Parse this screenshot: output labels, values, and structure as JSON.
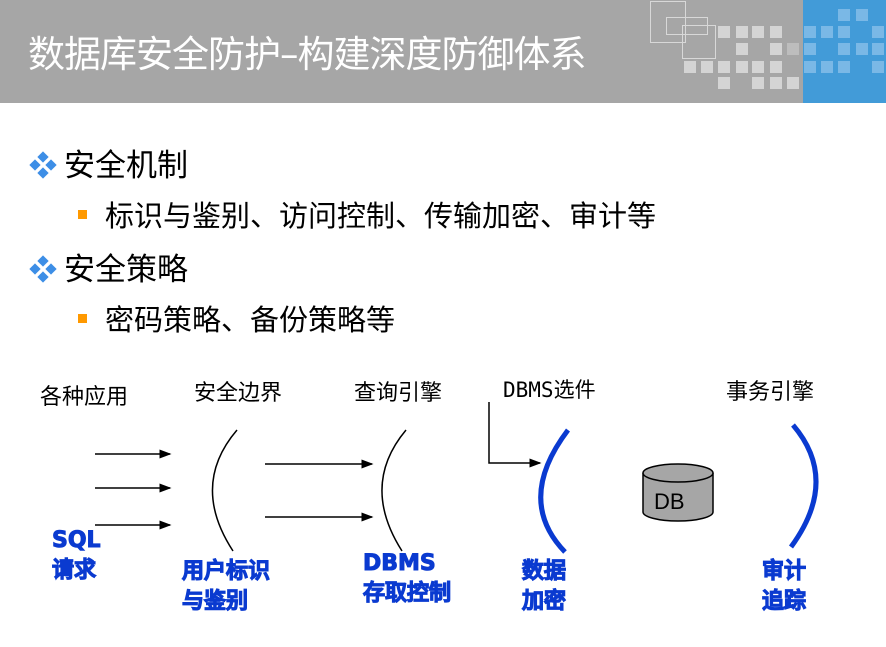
{
  "header": {
    "title": "数据库安全防护–构建深度防御体系",
    "background_color": "#a6a6a6",
    "accent_color": "#429bd8"
  },
  "bullets": [
    {
      "label": "安全机制",
      "icon": "diamond-bullet-icon",
      "children": [
        {
          "label": "标识与鉴别、访问控制、传输加密、审计等",
          "icon": "square-bullet-icon"
        }
      ]
    },
    {
      "label": "安全策略",
      "icon": "diamond-bullet-icon",
      "children": [
        {
          "label": "密码策略、备份策略等",
          "icon": "square-bullet-icon"
        }
      ]
    }
  ],
  "diagram": {
    "top_labels": {
      "apps": "各种应用",
      "boundary": "安全边界",
      "query_engine": "查询引擎",
      "dbms_option": "DBMS选件",
      "transaction_engine": "事务引擎"
    },
    "db_label": "DB",
    "bottom_labels": {
      "sql_request": [
        "SQL",
        "请求"
      ],
      "user_auth": [
        "用户标识",
        "与鉴别"
      ],
      "dbms_access": [
        "DBMS",
        "存取控制"
      ],
      "data_encrypt": [
        "数据",
        "加密"
      ],
      "audit_trace": [
        "审计",
        "追踪"
      ]
    },
    "colors": {
      "highlight": "#0a3ad0",
      "db_fill": "#a6a6a6",
      "bullet_diamond": "#3d8ee6",
      "bullet_square": "#ff9900"
    }
  }
}
